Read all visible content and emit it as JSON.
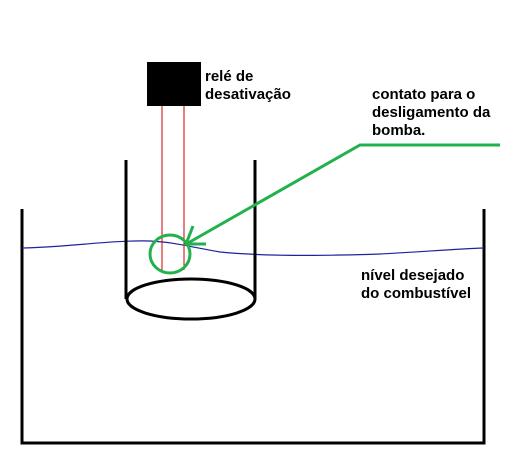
{
  "labels": {
    "relay": [
      "relé de",
      "desativação"
    ],
    "contact": [
      "contato para o",
      "desligamento da",
      "bomba."
    ],
    "level": [
      "nível desejado",
      "do combustível"
    ]
  },
  "colors": {
    "outline": "#000000",
    "probe_wire": "#cc0000",
    "fuel_level": "#2020a0",
    "annotation": "#22b14c",
    "background": "#ffffff"
  }
}
